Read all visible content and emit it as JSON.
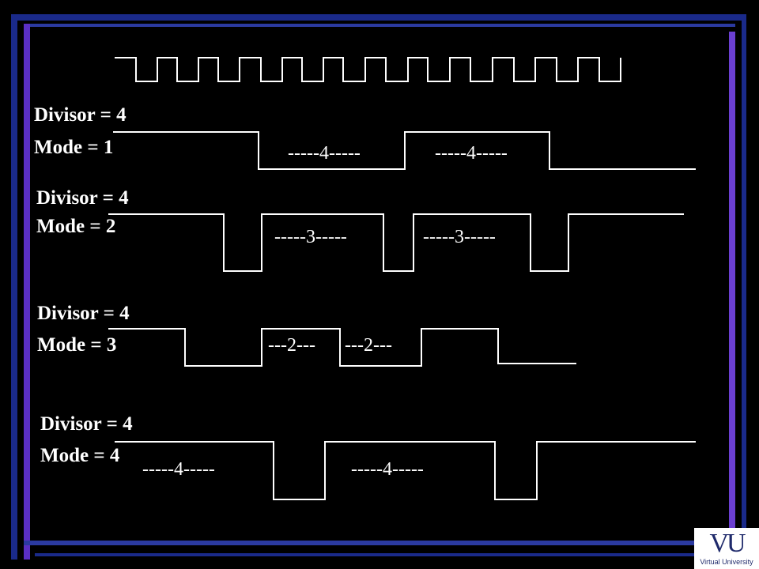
{
  "panels": [
    {
      "divisor": "Divisor = 4",
      "mode": "Mode = 1",
      "counts": [
        "-----4-----",
        "-----4-----"
      ]
    },
    {
      "divisor": "Divisor = 4",
      "mode": "Mode = 2",
      "counts": [
        "-----3-----",
        "-----3-----"
      ]
    },
    {
      "divisor": "Divisor = 4",
      "mode": "Mode = 3",
      "counts": [
        "---2---",
        "---2---"
      ]
    },
    {
      "divisor": "Divisor = 4",
      "mode": "Mode = 4",
      "counts": [
        "-----4-----",
        "-----4-----"
      ]
    }
  ],
  "logo": {
    "mark": "VU",
    "text": "Virtual University"
  },
  "colors": {
    "background": "#000000",
    "frame_blue": "#1a2a8a",
    "frame_purple": "#6b3fd1",
    "line": "#ffffff"
  }
}
